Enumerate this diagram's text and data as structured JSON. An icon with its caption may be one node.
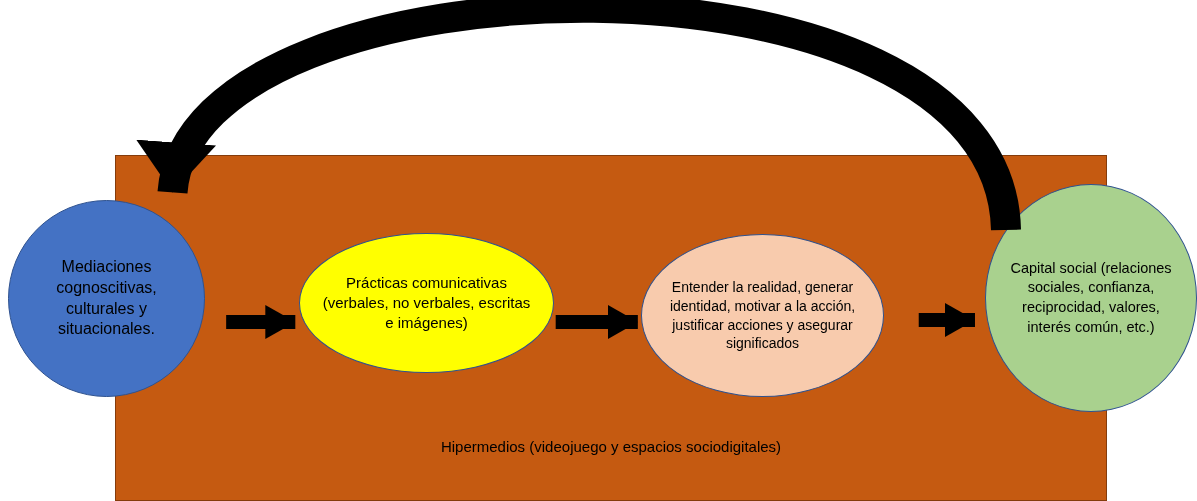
{
  "diagram": {
    "nodes": [
      {
        "text": [
          "Hipermedios (videojuego y espacios sociodigitales)"
        ]
      },
      {
        "text": [
          "Mediaciones cognoscitivas, culturales y situacionales."
        ]
      },
      {
        "text": [
          "Prácticas comunicativas (verbales, no verbales, escritas e imágenes)"
        ],
        "in": 0
      },
      {
        "text": [
          "Entender la realidad, generar identidad, motivar a la acción, justificar acciones y asegurar significados"
        ],
        "in": 0
      },
      {
        "text": [
          "Capital social (relaciones sociales, confianza, reciprocidad, valores, interés común, etc.)"
        ]
      }
    ],
    "edges": [
      {
        "from": 1,
        "to": 2,
        "arrow": "to"
      },
      {
        "from": 2,
        "to": 3,
        "arrow": "to"
      },
      {
        "from": 3,
        "to": 4,
        "arrow": "to"
      },
      {
        "from": 4,
        "to": 1,
        "arrow": "to",
        "style": "thick"
      }
    ]
  }
}
